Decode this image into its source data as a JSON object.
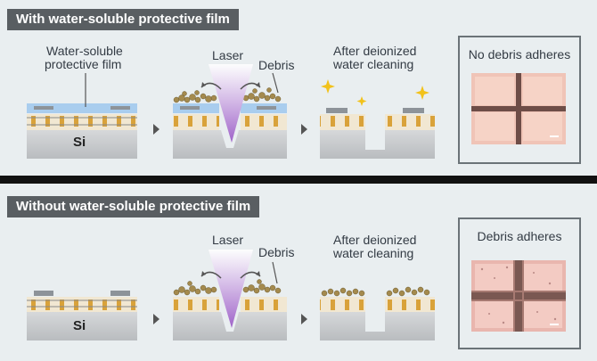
{
  "top": {
    "header": "With water-soluble protective film",
    "film_label": [
      "Water-soluble",
      "protective film"
    ],
    "laser_label": "Laser",
    "debris_label": "Debris",
    "cleaning_label": [
      "After deionized",
      "water cleaning"
    ],
    "substrate_label": "Si",
    "result": "No debris adheres"
  },
  "bottom": {
    "header": "Without water-soluble protective film",
    "laser_label": "Laser",
    "debris_label": "Debris",
    "cleaning_label": [
      "After deionized",
      "water cleaning"
    ],
    "substrate_label": "Si",
    "result": "Debris adheres"
  },
  "colors": {
    "panel": "#e9eef0",
    "header": "#595e62",
    "film": "#a9cdee",
    "laser": "#9f63c9",
    "debris": "#a48a4e",
    "sparkle": "#f2c21b",
    "substrate": "#c7c9cb"
  }
}
